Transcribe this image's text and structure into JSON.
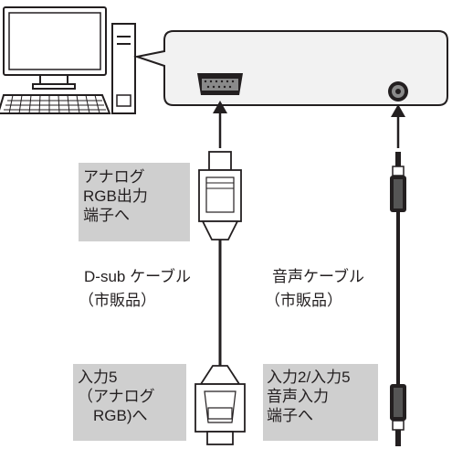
{
  "labels": {
    "analog_rgb_out": "アナログ\nRGB出力\n端子へ",
    "dsub_cable": "D-sub ケーブル",
    "dsub_cable_note": "（市販品）",
    "audio_cable": "音声ケーブル",
    "audio_cable_note": "（市販品）",
    "input5_analog": "入力5\n（アナログ\n　RGB)へ",
    "audio_input": "入力2/入力5\n音声入力\n端子へ"
  },
  "colors": {
    "line": "#231f20",
    "label_box": "#cfcfcf",
    "panel": "#f2f2f2"
  },
  "icons": [
    "computer-icon",
    "vga-port-icon",
    "audio-jack-icon",
    "dsub-connector-icon",
    "audio-plug-icon"
  ]
}
